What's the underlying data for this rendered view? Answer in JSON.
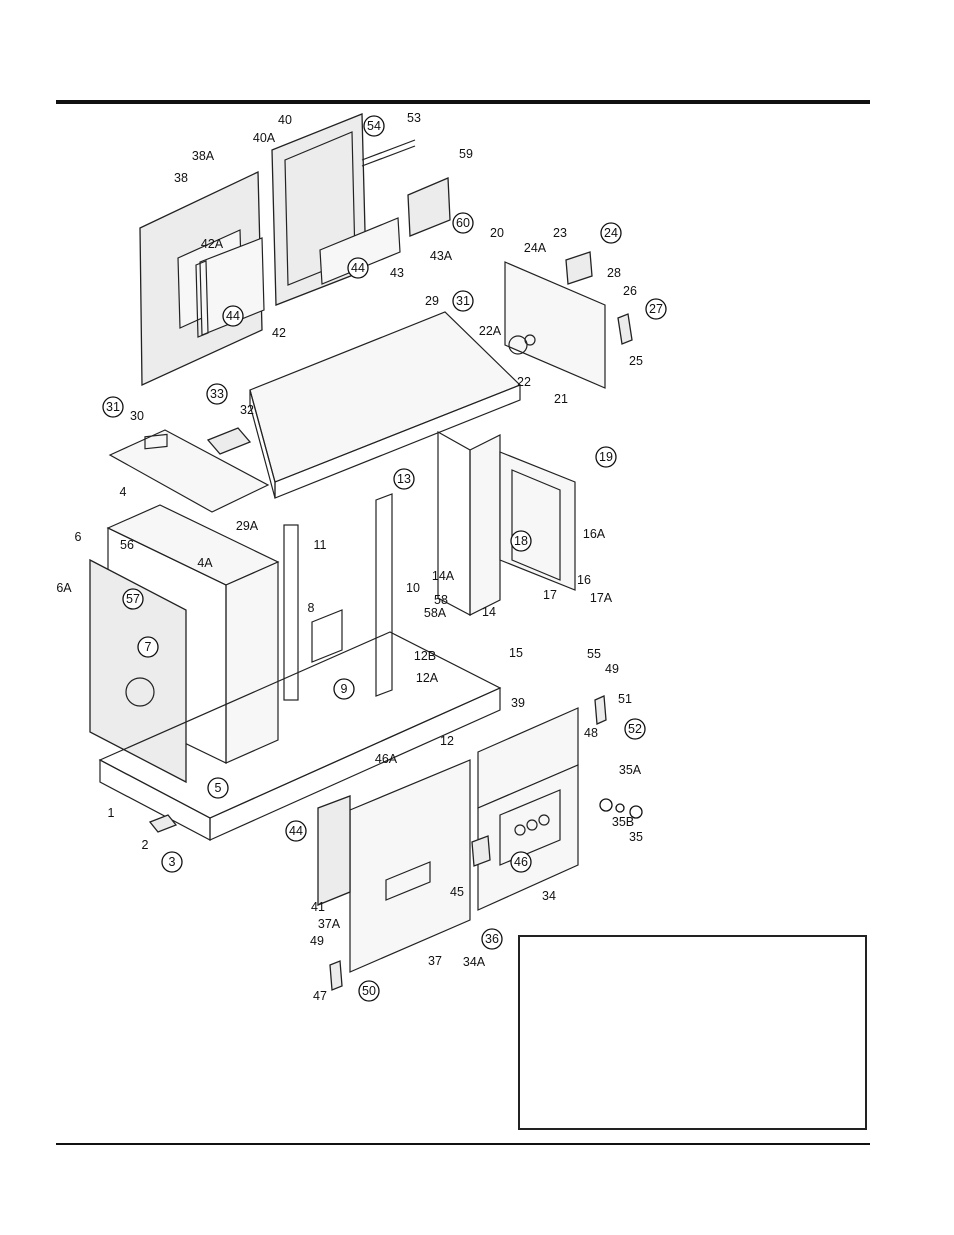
{
  "callouts": [
    {
      "id": "40",
      "circled": false
    },
    {
      "id": "53",
      "circled": false
    },
    {
      "id": "40A",
      "circled": false
    },
    {
      "id": "54",
      "circled": true
    },
    {
      "id": "38A",
      "circled": false
    },
    {
      "id": "59",
      "circled": false
    },
    {
      "id": "38",
      "circled": false
    },
    {
      "id": "60",
      "circled": true
    },
    {
      "id": "42A",
      "circled": false
    },
    {
      "id": "20",
      "circled": false
    },
    {
      "id": "23",
      "circled": false
    },
    {
      "id": "24",
      "circled": true
    },
    {
      "id": "24A",
      "circled": false
    },
    {
      "id": "43A",
      "circled": false
    },
    {
      "id": "44",
      "circled": true
    },
    {
      "id": "43",
      "circled": false
    },
    {
      "id": "28",
      "circled": false
    },
    {
      "id": "26",
      "circled": false
    },
    {
      "id": "27",
      "circled": true
    },
    {
      "id": "44",
      "circled": true
    },
    {
      "id": "29",
      "circled": false
    },
    {
      "id": "31",
      "circled": true
    },
    {
      "id": "42",
      "circled": false
    },
    {
      "id": "25",
      "circled": false
    },
    {
      "id": "22A",
      "circled": false
    },
    {
      "id": "22",
      "circled": false
    },
    {
      "id": "21",
      "circled": false
    },
    {
      "id": "33",
      "circled": true
    },
    {
      "id": "31",
      "circled": true
    },
    {
      "id": "32",
      "circled": false
    },
    {
      "id": "30",
      "circled": false
    },
    {
      "id": "19",
      "circled": true
    },
    {
      "id": "13",
      "circled": true
    },
    {
      "id": "4",
      "circled": false
    },
    {
      "id": "29A",
      "circled": false
    },
    {
      "id": "11",
      "circled": false
    },
    {
      "id": "16A",
      "circled": false
    },
    {
      "id": "18",
      "circled": true
    },
    {
      "id": "6",
      "circled": false
    },
    {
      "id": "56",
      "circled": false
    },
    {
      "id": "4A",
      "circled": false
    },
    {
      "id": "16",
      "circled": false
    },
    {
      "id": "6A",
      "circled": false
    },
    {
      "id": "14A",
      "circled": false
    },
    {
      "id": "17",
      "circled": false
    },
    {
      "id": "17A",
      "circled": false
    },
    {
      "id": "10",
      "circled": false
    },
    {
      "id": "57",
      "circled": true
    },
    {
      "id": "8",
      "circled": false
    },
    {
      "id": "58",
      "circled": false
    },
    {
      "id": "14",
      "circled": false
    },
    {
      "id": "58A",
      "circled": false
    },
    {
      "id": "7",
      "circled": true
    },
    {
      "id": "15",
      "circled": false
    },
    {
      "id": "12B",
      "circled": false
    },
    {
      "id": "55",
      "circled": false
    },
    {
      "id": "49",
      "circled": false
    },
    {
      "id": "9",
      "circled": true
    },
    {
      "id": "12A",
      "circled": false
    },
    {
      "id": "39",
      "circled": false
    },
    {
      "id": "51",
      "circled": false
    },
    {
      "id": "48",
      "circled": false
    },
    {
      "id": "52",
      "circled": true
    },
    {
      "id": "12",
      "circled": false
    },
    {
      "id": "46A",
      "circled": false
    },
    {
      "id": "35A",
      "circled": false
    },
    {
      "id": "5",
      "circled": true
    },
    {
      "id": "35B",
      "circled": false
    },
    {
      "id": "35",
      "circled": false
    },
    {
      "id": "1",
      "circled": false
    },
    {
      "id": "44",
      "circled": true
    },
    {
      "id": "2",
      "circled": false
    },
    {
      "id": "46",
      "circled": true
    },
    {
      "id": "3",
      "circled": true
    },
    {
      "id": "45",
      "circled": false
    },
    {
      "id": "34",
      "circled": false
    },
    {
      "id": "41",
      "circled": false
    },
    {
      "id": "37A",
      "circled": false
    },
    {
      "id": "36",
      "circled": true
    },
    {
      "id": "49",
      "circled": false
    },
    {
      "id": "37",
      "circled": false
    },
    {
      "id": "34A",
      "circled": false
    },
    {
      "id": "50",
      "circled": true
    },
    {
      "id": "47",
      "circled": false
    }
  ],
  "note_box": {
    "text": ""
  }
}
